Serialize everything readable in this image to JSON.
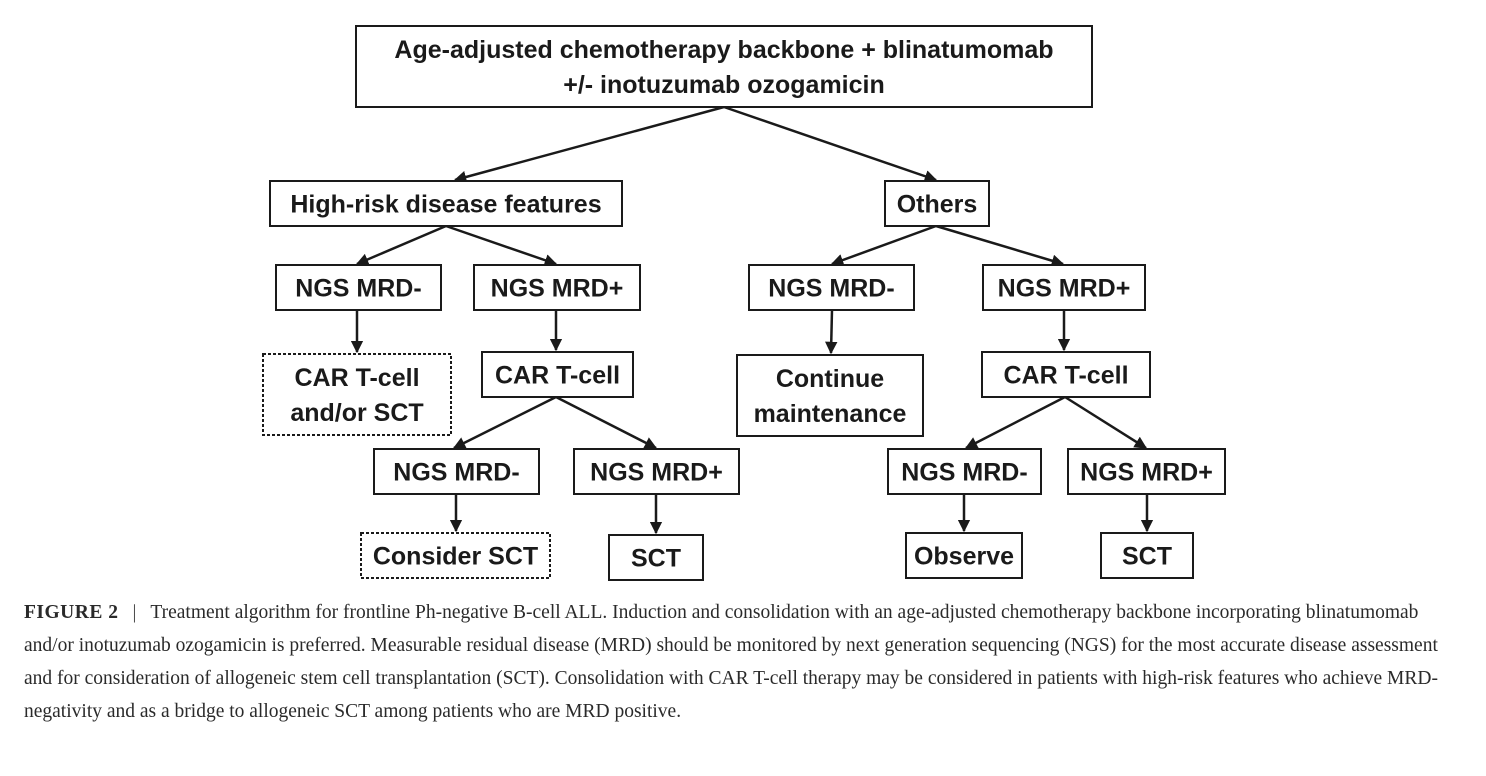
{
  "figure": {
    "nodes": {
      "root": {
        "lines": [
          "Age-adjusted chemotherapy backbone + blinatumomab",
          "+/- inotuzumab ozogamicin"
        ]
      },
      "high_risk": {
        "lines": [
          "High-risk disease features"
        ]
      },
      "others": {
        "lines": [
          "Others"
        ]
      },
      "hr_neg": {
        "lines": [
          "NGS MRD-"
        ]
      },
      "hr_pos": {
        "lines": [
          "NGS MRD+"
        ]
      },
      "hr_neg_tx": {
        "lines": [
          "CAR T-cell",
          "and/or SCT"
        ]
      },
      "hr_pos_car": {
        "lines": [
          "CAR T-cell"
        ]
      },
      "hr_car_neg": {
        "lines": [
          "NGS MRD-"
        ]
      },
      "hr_car_pos": {
        "lines": [
          "NGS MRD+"
        ]
      },
      "hr_consider": {
        "lines": [
          "Consider SCT"
        ]
      },
      "hr_sct": {
        "lines": [
          "SCT"
        ]
      },
      "ot_neg": {
        "lines": [
          "NGS MRD-"
        ]
      },
      "ot_pos": {
        "lines": [
          "NGS MRD+"
        ]
      },
      "ot_continue": {
        "lines": [
          "Continue",
          "maintenance"
        ]
      },
      "ot_car": {
        "lines": [
          "CAR T-cell"
        ]
      },
      "ot_car_neg": {
        "lines": [
          "NGS MRD-"
        ]
      },
      "ot_car_pos": {
        "lines": [
          "NGS MRD+"
        ]
      },
      "ot_observe": {
        "lines": [
          "Observe"
        ]
      },
      "ot_sct": {
        "lines": [
          "SCT"
        ]
      }
    }
  },
  "caption": {
    "label": "FIGURE 2",
    "separator": "|",
    "text": "Treatment algorithm for frontline Ph-negative B-cell ALL. Induction and consolidation with an age-adjusted chemotherapy backbone incorporating blinatumomab and/or inotuzumab ozogamicin is preferred. Measurable residual disease (MRD) should be monitored by next generation sequencing (NGS) for the most accurate disease assessment and for consideration of allogeneic stem cell transplantation (SCT). Consolidation with CAR T-cell therapy may be considered in patients with high-risk features who achieve MRD-negativity and as a bridge to allogeneic SCT among patients who are MRD positive."
  }
}
